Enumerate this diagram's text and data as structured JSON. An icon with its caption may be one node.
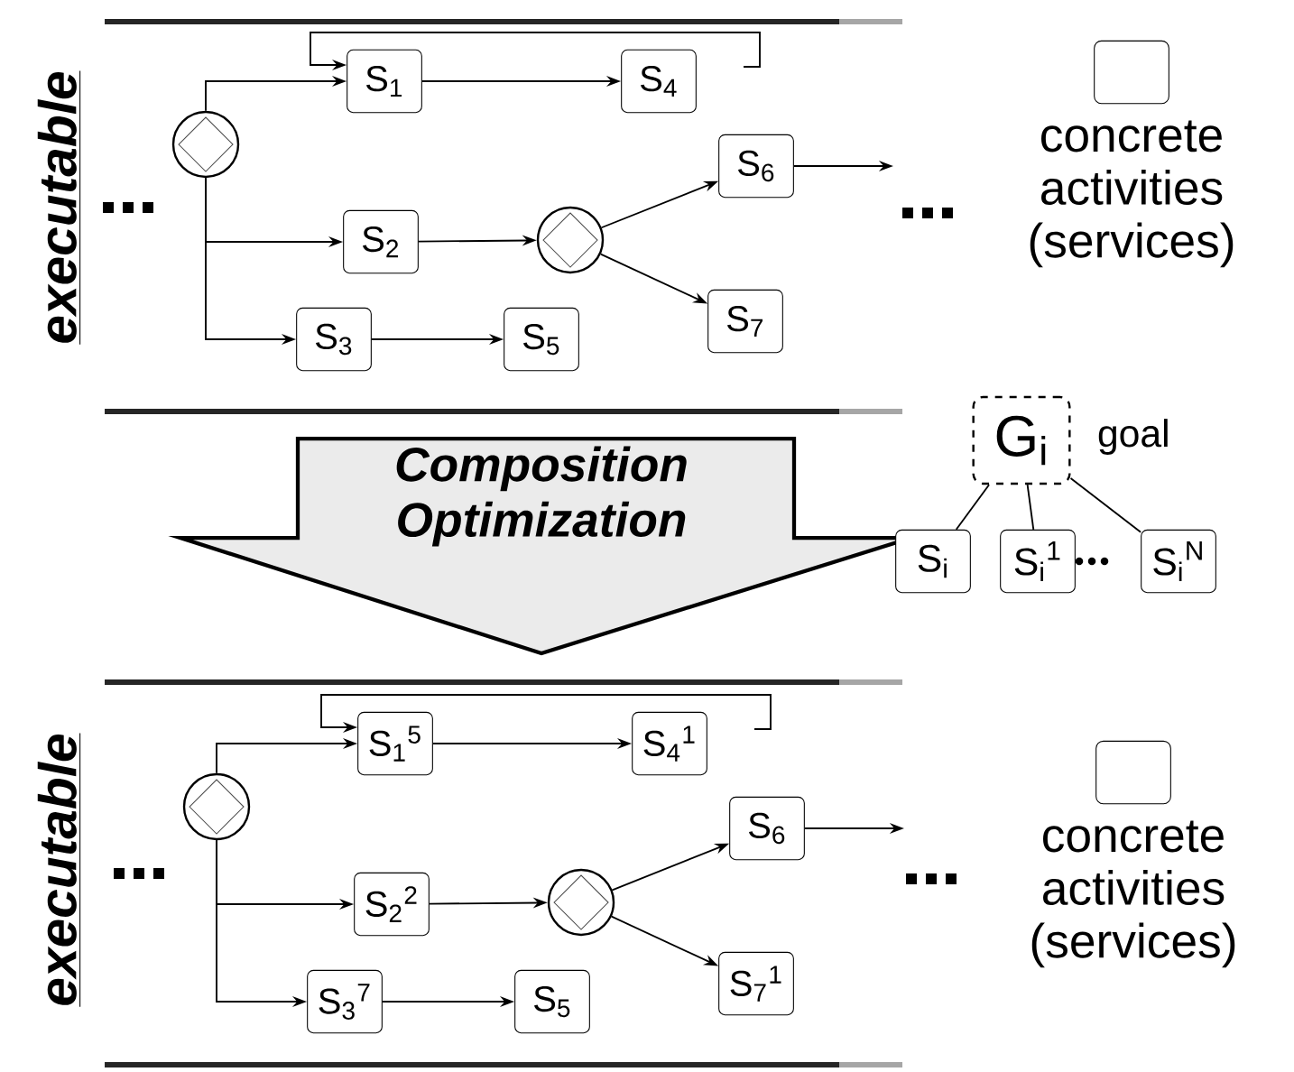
{
  "diagram": {
    "nodes": [
      {
        "text": [],
        "shape": "circle"
      },
      {
        "text": [
          "S$_{1}$"
        ]
      },
      {
        "text": [
          "S$_{4}$"
        ]
      },
      {
        "text": [
          "S$_{2}$"
        ]
      },
      {
        "text": [],
        "shape": "circle"
      },
      {
        "text": [
          "S$_{6}$"
        ]
      },
      {
        "text": [
          "S$_{7}$"
        ]
      },
      {
        "text": [
          "S$_{3}$"
        ]
      },
      {
        "text": [
          "S$_{5}$"
        ]
      },
      {
        "text": [],
        "shape": "circle"
      },
      {
        "text": [
          "S$_{1}$$^{5}$"
        ]
      },
      {
        "text": [
          "S$_{4}$$^{1}$"
        ]
      },
      {
        "text": [
          "S$_{2}$$^{2}$"
        ]
      },
      {
        "text": [],
        "shape": "circle"
      },
      {
        "text": [
          "S$_{6}$"
        ]
      },
      {
        "text": [
          "S$_{7}$$^{1}$"
        ]
      },
      {
        "text": [
          "S$_{3}$$^{7}$"
        ]
      },
      {
        "text": [
          "S$_{5}$"
        ]
      },
      {
        "text": [
          "Composition Optimization"
        ]
      },
      {
        "text": [
          "G$_{i}$"
        ],
        "beside": [
          "goal"
        ]
      },
      {
        "text": [
          "S$_{i}$"
        ]
      },
      {
        "text": [
          "S$_{i}$$^{1}$"
        ]
      },
      {
        "text": [
          "S$_{i}$$^{N}$"
        ]
      }
    ],
    "edges": [
      {
        "from": 0,
        "to": 1,
        "arrow": "to"
      },
      {
        "from": 0,
        "to": 3,
        "arrow": "to"
      },
      {
        "from": 0,
        "to": 7,
        "arrow": "to"
      },
      {
        "from": 1,
        "to": 2,
        "arrow": "to"
      },
      {
        "from": 3,
        "to": 4,
        "arrow": "to"
      },
      {
        "from": 4,
        "to": 5,
        "arrow": "to"
      },
      {
        "from": 4,
        "to": 6,
        "arrow": "to"
      },
      {
        "from": 7,
        "to": 8,
        "arrow": "to"
      },
      {
        "from": null,
        "to": 1,
        "arrow": "to"
      },
      {
        "from": 5,
        "to": null,
        "arrow": "to"
      },
      {
        "from": 9,
        "to": 10,
        "arrow": "to"
      },
      {
        "from": 9,
        "to": 12,
        "arrow": "to"
      },
      {
        "from": 9,
        "to": 16,
        "arrow": "to"
      },
      {
        "from": 10,
        "to": 11,
        "arrow": "to"
      },
      {
        "from": 12,
        "to": 13,
        "arrow": "to"
      },
      {
        "from": 13,
        "to": 14,
        "arrow": "to"
      },
      {
        "from": 13,
        "to": 15,
        "arrow": "to"
      },
      {
        "from": 16,
        "to": 17,
        "arrow": "to"
      },
      {
        "from": null,
        "to": 10,
        "arrow": "to"
      },
      {
        "from": 14,
        "to": null,
        "arrow": "to"
      },
      {
        "from": 19,
        "to": 20,
        "arrow": "none"
      },
      {
        "from": 19,
        "to": 21,
        "arrow": "none"
      },
      {
        "from": 19,
        "to": 22,
        "arrow": "none"
      }
    ],
    "labels": [
      "executable",
      "executable"
    ],
    "legend": [
      {
        "text": "concrete activities (services)"
      },
      {
        "text": "concrete activities (services)"
      }
    ]
  }
}
